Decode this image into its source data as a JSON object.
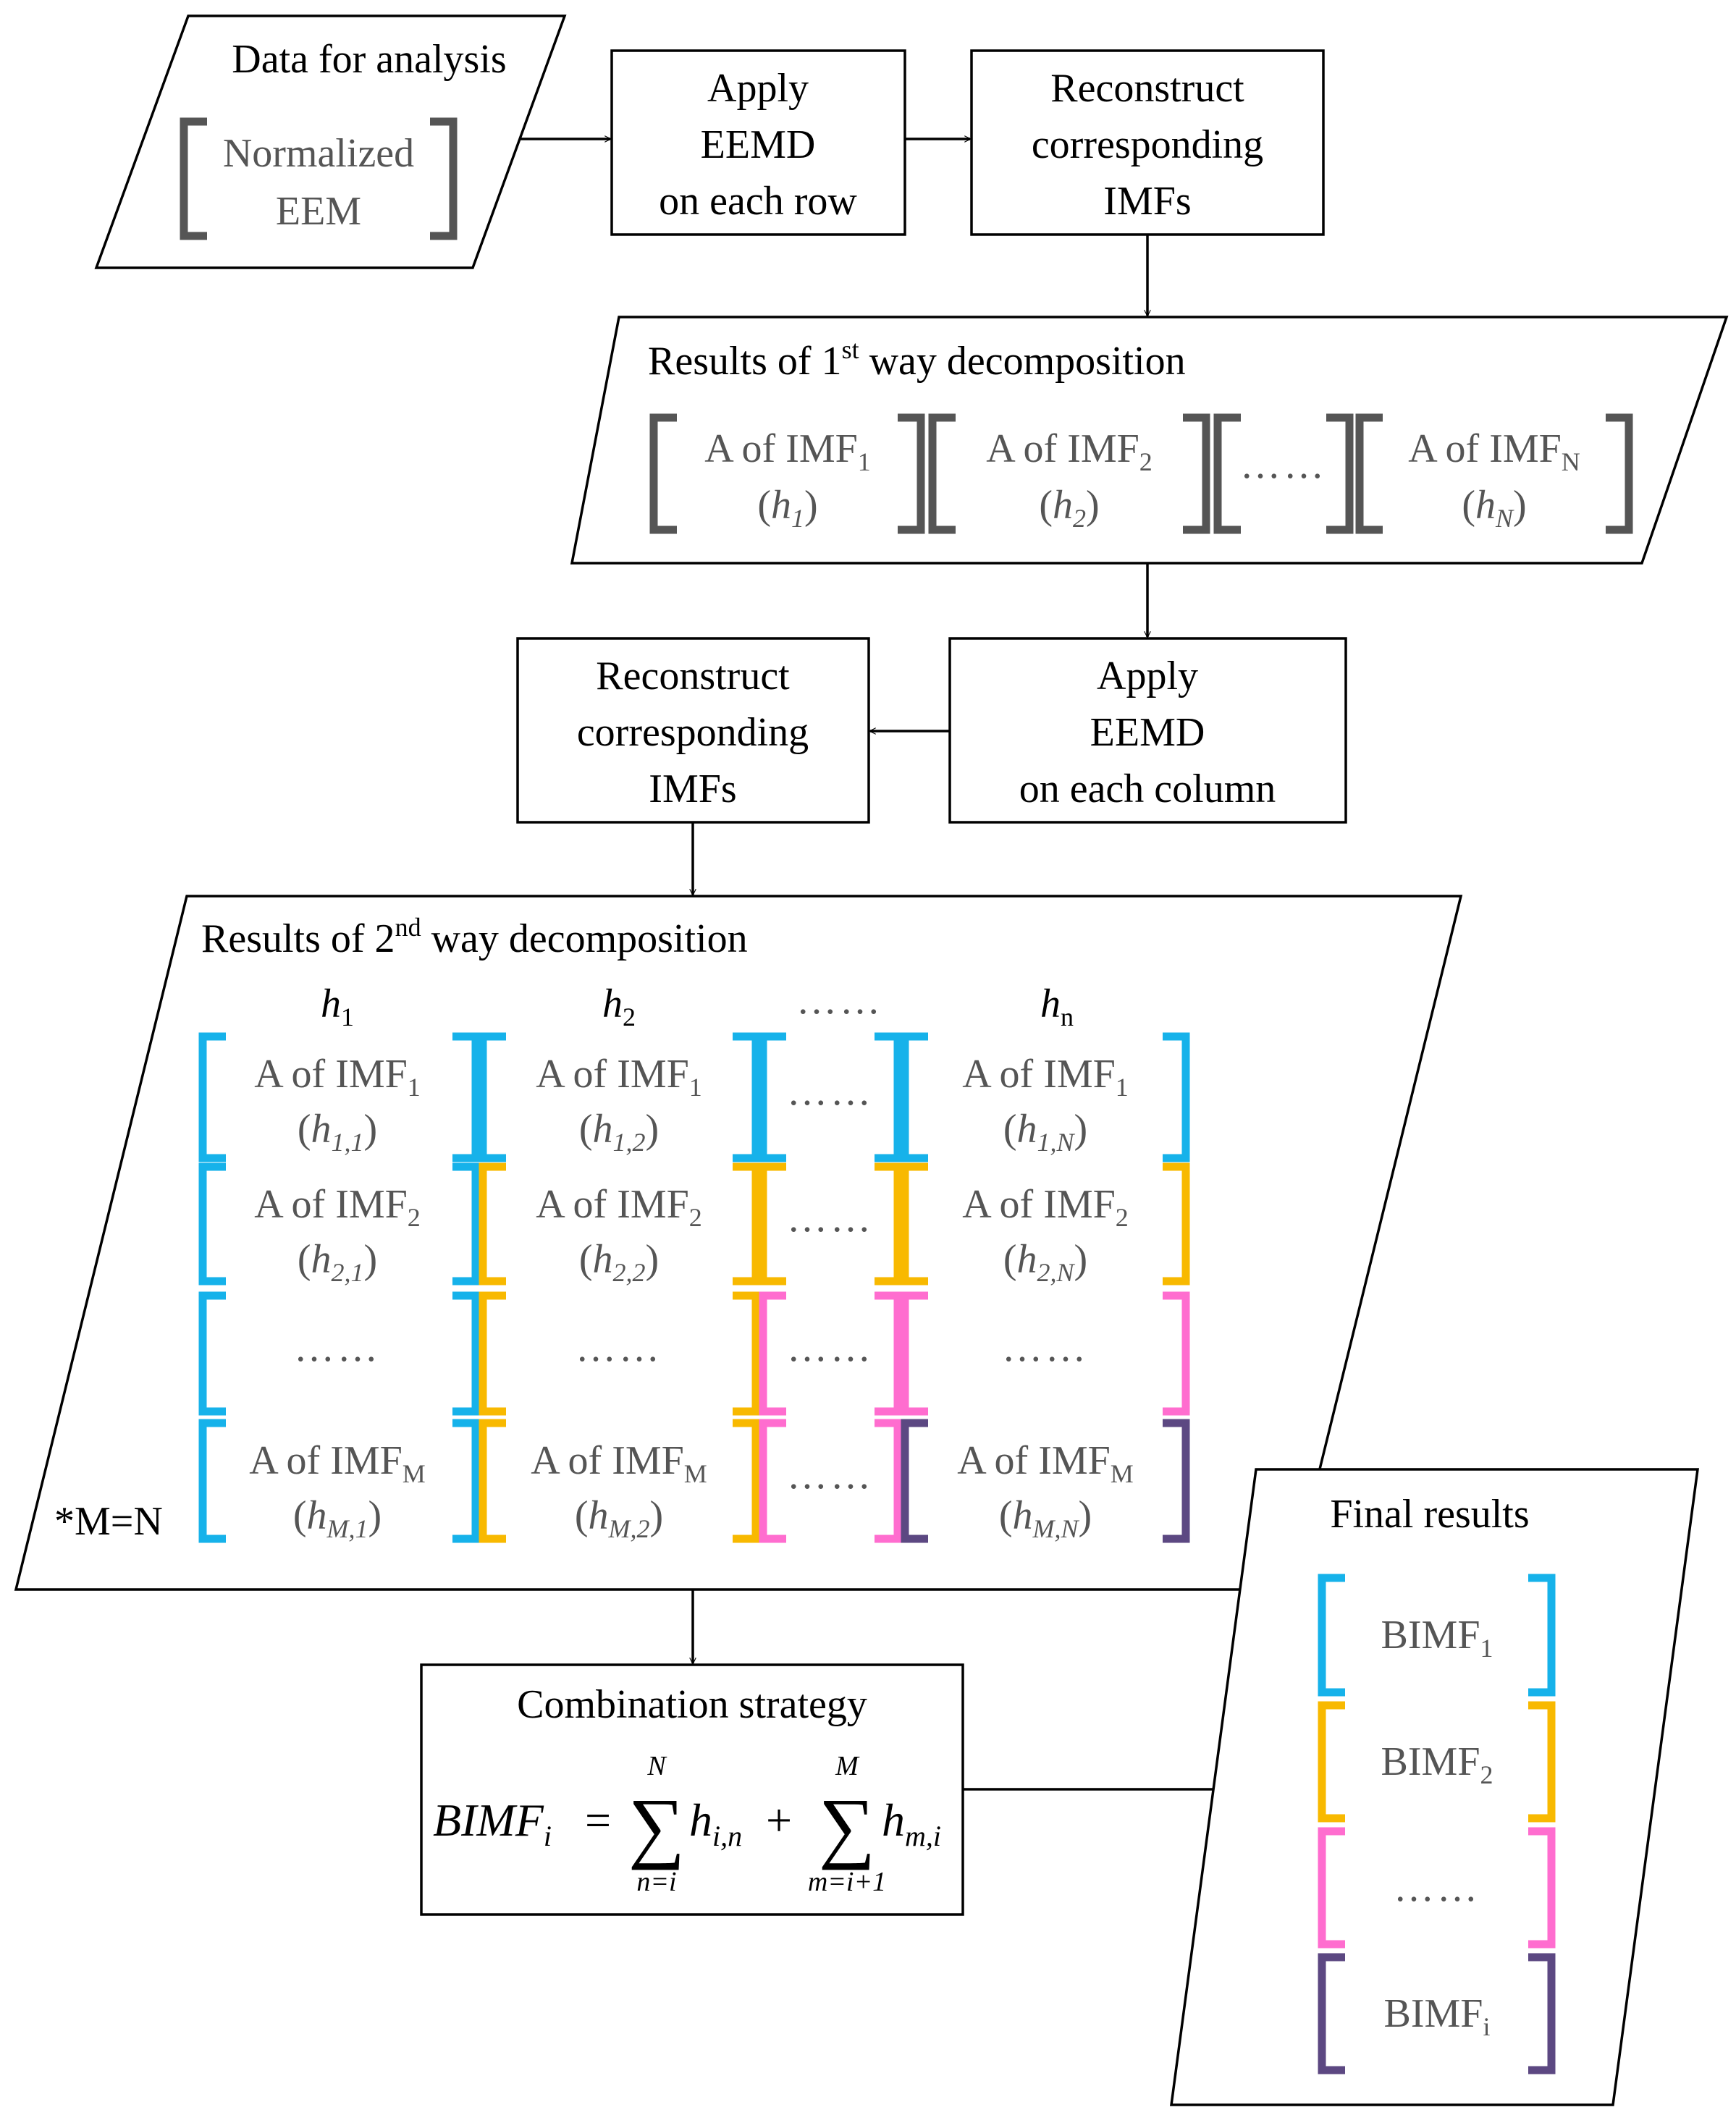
{
  "colors": {
    "gray": "#555555",
    "cyan": "#16b2ea",
    "orange": "#f8b900",
    "pink": "#ff6dcf",
    "purple": "#5c4882"
  },
  "input": {
    "title": "Data for analysis",
    "matrix_line1": "Normalized",
    "matrix_line2": "EEM"
  },
  "step1": {
    "line1": "Apply",
    "line2": "EEMD",
    "line3": "on each row"
  },
  "step2": {
    "line1": "Reconstruct",
    "line2": "corresponding",
    "line3": "IMFs"
  },
  "result1": {
    "title_a": "Results of 1",
    "title_sup": "st",
    "title_b": " way decomposition",
    "a_of_imf": "A of IMF",
    "ellipsis": "……",
    "cells": [
      {
        "sub": "1",
        "h": "h",
        "hsub": "1"
      },
      {
        "sub": "2",
        "h": "h",
        "hsub": "2"
      },
      {
        "sub": "N",
        "h": "h",
        "hsub": "N"
      }
    ]
  },
  "step3": {
    "line1": "Apply",
    "line2": "EEMD",
    "line3": "on each column"
  },
  "step4": {
    "line1": "Reconstruct",
    "line2": "corresponding",
    "line3": "IMFs"
  },
  "result2": {
    "title_a": "Results of 2",
    "title_sup": "nd",
    "title_b": " way decomposition",
    "col_headers": [
      {
        "h": "h",
        "sub": "1"
      },
      {
        "h": "h",
        "sub": "2"
      },
      {
        "dots": "……"
      },
      {
        "h": "h",
        "sub": "n"
      }
    ],
    "note": "*M=N",
    "a_of_imf": "A of IMF",
    "ellipsis": "……",
    "rows": [
      {
        "imf_sub": "1",
        "h_subs": [
          "1,1",
          "1,2",
          "1,N"
        ]
      },
      {
        "imf_sub": "2",
        "h_subs": [
          "2,1",
          "2,2",
          "2,N"
        ]
      },
      {
        "imf_sub": "",
        "h_subs": []
      },
      {
        "imf_sub": "M",
        "h_subs": [
          "M,1",
          "M,2",
          "M,N"
        ]
      }
    ]
  },
  "combination": {
    "title": "Combination strategy",
    "lhs": "BIMF",
    "lhs_sub": "i",
    "sum1_top": "N",
    "sum1_bottom": "n=i",
    "term1": "h",
    "term1_sub": "i,n",
    "plus": "+",
    "sum2_top": "M",
    "sum2_bottom": "m=i+1",
    "term2": "h",
    "term2_sub": "m,i",
    "sigma": "∑",
    "equals": "="
  },
  "final": {
    "title": "Final results",
    "items": [
      {
        "label": "BIMF",
        "sub": "1"
      },
      {
        "label": "BIMF",
        "sub": "2"
      },
      {
        "label": "……",
        "sub": ""
      },
      {
        "label": "BIMF",
        "sub": "i"
      }
    ]
  }
}
